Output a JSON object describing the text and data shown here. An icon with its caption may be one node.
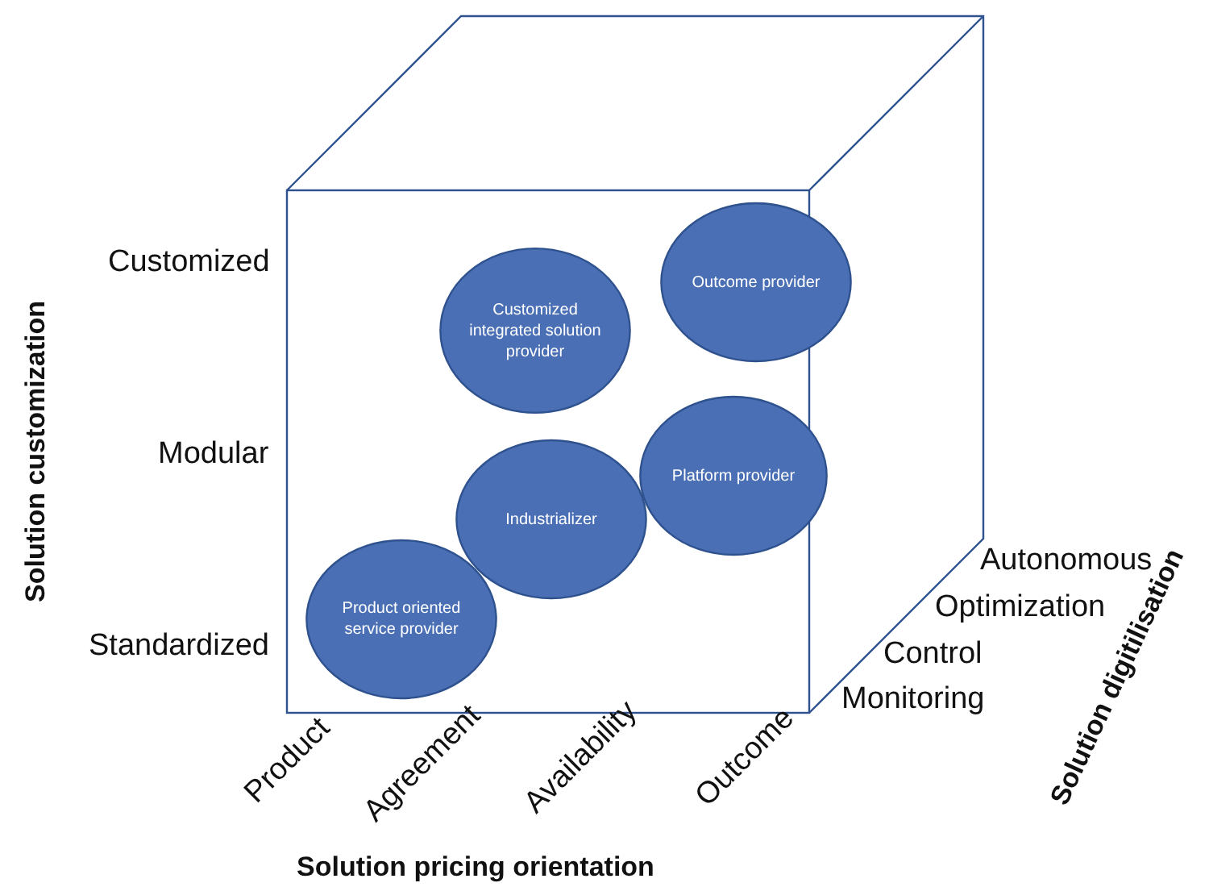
{
  "diagram": {
    "nodes": [
      {
        "text": [
          "Outcome provider"
        ]
      },
      {
        "text": [
          "Customized integrated solution provider"
        ]
      },
      {
        "text": [
          "Platform provider"
        ]
      },
      {
        "text": [
          "Industrializer"
        ]
      },
      {
        "text": [
          "Product oriented service provider"
        ]
      }
    ],
    "edges": [],
    "labels": [
      "Solution customization",
      "Customized",
      "Modular",
      "Standardized",
      "Product",
      "Agreement",
      "Availability",
      "Outcome",
      "Solution pricing orientation",
      "Autonomous",
      "Optimization",
      "Control",
      "Monitoring",
      "Solution digitilisation"
    ]
  }
}
